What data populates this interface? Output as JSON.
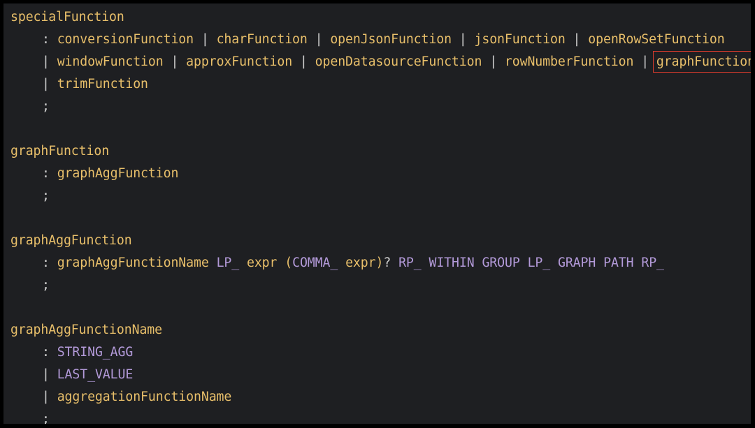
{
  "rules": [
    {
      "name": "specialFunction",
      "lines": [
        [
          {
            "t": "op",
            "v": ": "
          },
          {
            "t": "rule",
            "v": "conversionFunction"
          },
          {
            "t": "op",
            "v": " | "
          },
          {
            "t": "rule",
            "v": "charFunction"
          },
          {
            "t": "op",
            "v": " | "
          },
          {
            "t": "rule",
            "v": "openJsonFunction"
          },
          {
            "t": "op",
            "v": " | "
          },
          {
            "t": "rule",
            "v": "jsonFunction"
          },
          {
            "t": "op",
            "v": " | "
          },
          {
            "t": "rule",
            "v": "openRowSetFunction"
          }
        ],
        [
          {
            "t": "op",
            "v": "| "
          },
          {
            "t": "rule",
            "v": "windowFunction"
          },
          {
            "t": "op",
            "v": " | "
          },
          {
            "t": "rule",
            "v": "approxFunction"
          },
          {
            "t": "op",
            "v": " | "
          },
          {
            "t": "rule",
            "v": "openDatasourceFunction"
          },
          {
            "t": "op",
            "v": " | "
          },
          {
            "t": "rule",
            "v": "rowNumberFunction"
          },
          {
            "t": "op",
            "v": " | "
          },
          {
            "t": "rule",
            "v": "graphFunction",
            "highlight": true
          }
        ],
        [
          {
            "t": "op",
            "v": "| "
          },
          {
            "t": "rule",
            "v": "trimFunction"
          }
        ],
        [
          {
            "t": "op",
            "v": ";"
          }
        ]
      ]
    },
    {
      "name": "graphFunction",
      "lines": [
        [
          {
            "t": "op",
            "v": ": "
          },
          {
            "t": "rule",
            "v": "graphAggFunction"
          }
        ],
        [
          {
            "t": "op",
            "v": ";"
          }
        ]
      ]
    },
    {
      "name": "graphAggFunction",
      "lines": [
        [
          {
            "t": "op",
            "v": ": "
          },
          {
            "t": "rule",
            "v": "graphAggFunctionName"
          },
          {
            "t": "op",
            "v": " "
          },
          {
            "t": "term",
            "v": "LP_"
          },
          {
            "t": "op",
            "v": " "
          },
          {
            "t": "rule",
            "v": "expr"
          },
          {
            "t": "op",
            "v": " "
          },
          {
            "t": "paren",
            "v": "("
          },
          {
            "t": "term",
            "v": "COMMA_"
          },
          {
            "t": "op",
            "v": " "
          },
          {
            "t": "rule",
            "v": "expr"
          },
          {
            "t": "paren",
            "v": ")"
          },
          {
            "t": "q",
            "v": "?"
          },
          {
            "t": "op",
            "v": " "
          },
          {
            "t": "term",
            "v": "RP_"
          },
          {
            "t": "op",
            "v": " "
          },
          {
            "t": "term",
            "v": "WITHIN"
          },
          {
            "t": "op",
            "v": " "
          },
          {
            "t": "term",
            "v": "GROUP"
          },
          {
            "t": "op",
            "v": " "
          },
          {
            "t": "term",
            "v": "LP_"
          },
          {
            "t": "op",
            "v": " "
          },
          {
            "t": "term",
            "v": "GRAPH"
          },
          {
            "t": "op",
            "v": " "
          },
          {
            "t": "term",
            "v": "PATH"
          },
          {
            "t": "op",
            "v": " "
          },
          {
            "t": "term",
            "v": "RP_"
          }
        ],
        [
          {
            "t": "op",
            "v": ";"
          }
        ]
      ]
    },
    {
      "name": "graphAggFunctionName",
      "lines": [
        [
          {
            "t": "op",
            "v": ": "
          },
          {
            "t": "term",
            "v": "STRING_AGG"
          }
        ],
        [
          {
            "t": "op",
            "v": "| "
          },
          {
            "t": "term",
            "v": "LAST_VALUE"
          }
        ],
        [
          {
            "t": "op",
            "v": "| "
          },
          {
            "t": "rule",
            "v": "aggregationFunctionName"
          }
        ],
        [
          {
            "t": "op",
            "v": ";"
          }
        ]
      ]
    }
  ],
  "colors": {
    "background": "#1e1f22",
    "rule": "#e8bf6a",
    "operator": "#d0d0d0",
    "terminal": "#b39ad9",
    "highlight_box": "#d63a2c"
  }
}
